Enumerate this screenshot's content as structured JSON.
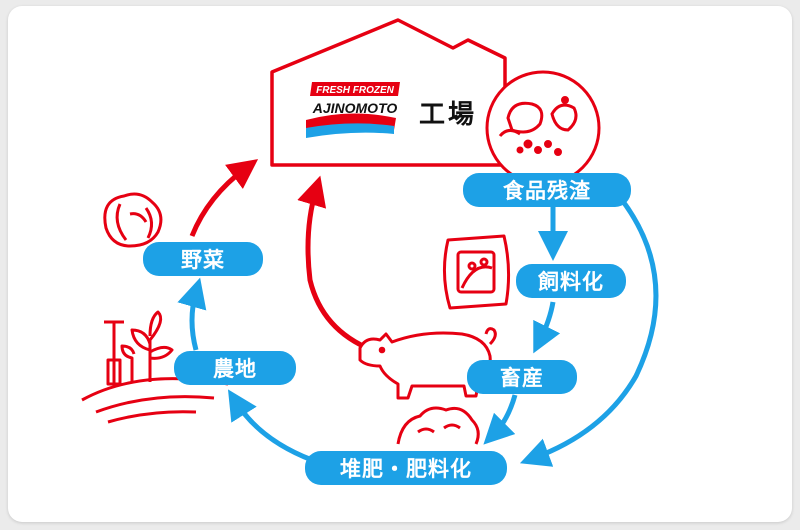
{
  "colors": {
    "red": "#e60012",
    "blue": "#1da1e6",
    "background": "#ebebeb",
    "panel": "#ffffff"
  },
  "factory": {
    "label": "工場",
    "logo_top": "FRESH FROZEN",
    "logo_main": "AJINOMOTO"
  },
  "nodes": {
    "food_waste": "食品残渣",
    "feed": "飼料化",
    "livestock": "畜産",
    "compost": "堆肥・肥料化",
    "farmland": "農地",
    "vegetables": "野菜"
  },
  "icons": {
    "food_waste": "food-scraps-icon",
    "feed": "feed-bag-icon",
    "livestock": "pig-icon",
    "compost": "compost-pile-icon",
    "farmland": "farm-field-icon",
    "vegetables": "cabbage-icon"
  }
}
